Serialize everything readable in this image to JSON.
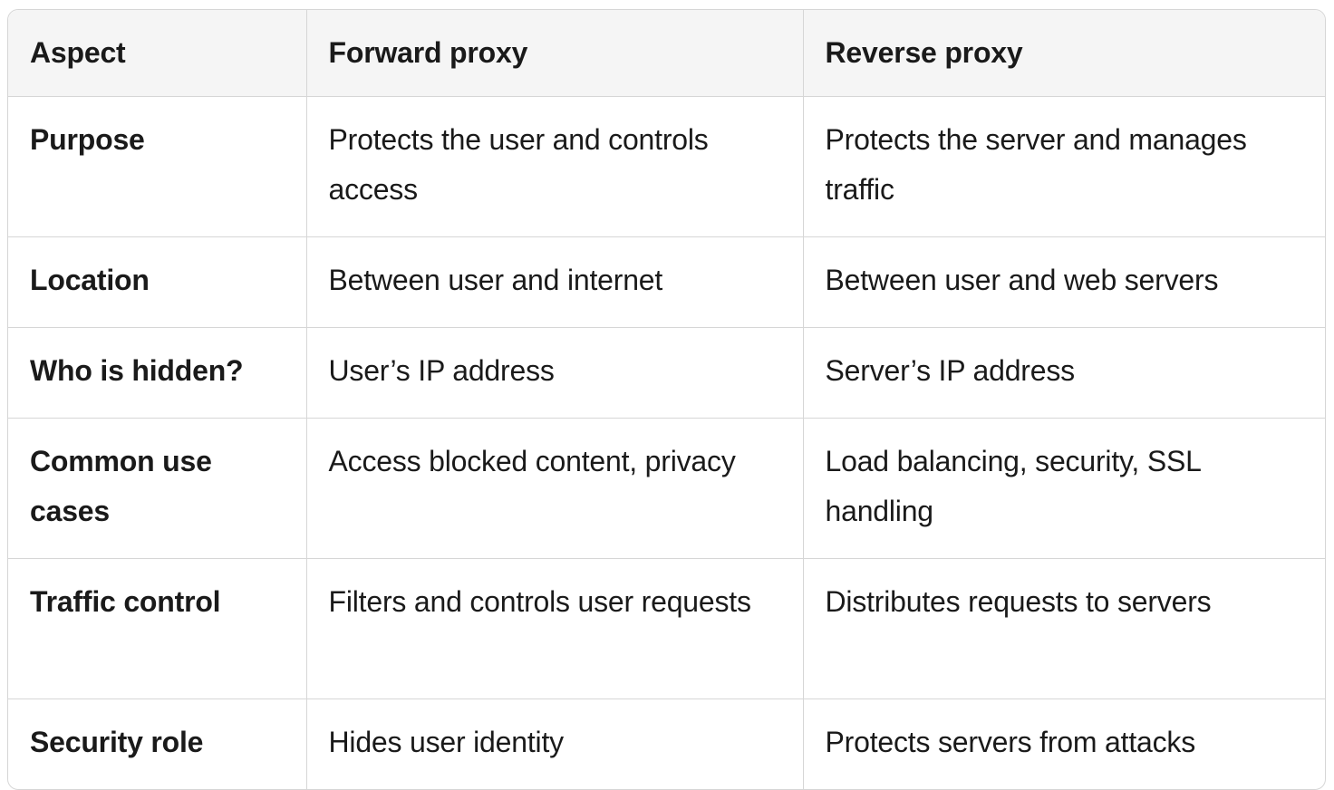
{
  "colors": {
    "header_bg": "#f5f5f5",
    "border": "#d6d6d6",
    "text": "#1a1a1a",
    "row_bg": "#ffffff"
  },
  "table": {
    "columns": [
      {
        "label": "Aspect"
      },
      {
        "label": "Forward proxy"
      },
      {
        "label": "Reverse proxy"
      }
    ],
    "rows": [
      {
        "aspect": "Purpose",
        "forward": "Protects the user and controls access",
        "reverse": "Protects the server and manages traffic"
      },
      {
        "aspect": "Location",
        "forward": "Between user and internet",
        "reverse": "Between user and web servers"
      },
      {
        "aspect": "Who is hidden?",
        "forward": "User’s IP address",
        "reverse": "Server’s IP address"
      },
      {
        "aspect": "Common use cases",
        "forward": "Access blocked content, privacy",
        "reverse": "Load balancing, security, SSL handling"
      },
      {
        "aspect": "Traffic control",
        "forward": "Filters and controls user requests",
        "reverse": "Distributes requests to servers"
      },
      {
        "aspect": "Security role",
        "forward": "Hides user identity",
        "reverse": "Protects servers from attacks"
      }
    ]
  }
}
